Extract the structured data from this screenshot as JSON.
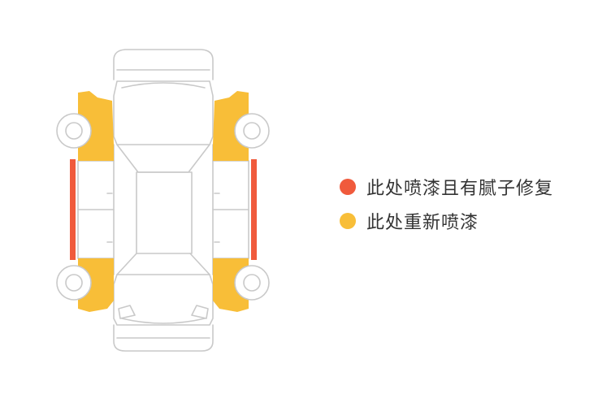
{
  "legend": {
    "items": [
      {
        "label": "此处喷漆且有腻子修复",
        "color": "#F05A3C",
        "key": "repair"
      },
      {
        "label": "此处重新喷漆",
        "color": "#F8BE38",
        "key": "repaint"
      }
    ]
  },
  "colors": {
    "outline": "#C9C9C9",
    "panel_repaint": "#F8BE38",
    "panel_repair": "#F05A3C",
    "background": "#FFFFFF"
  },
  "panels": {
    "front_left_fender": "repaint",
    "front_right_fender": "repaint",
    "rear_left_quarter": "repaint",
    "rear_right_quarter": "repaint",
    "left_sill": "repair",
    "right_sill": "repair"
  }
}
